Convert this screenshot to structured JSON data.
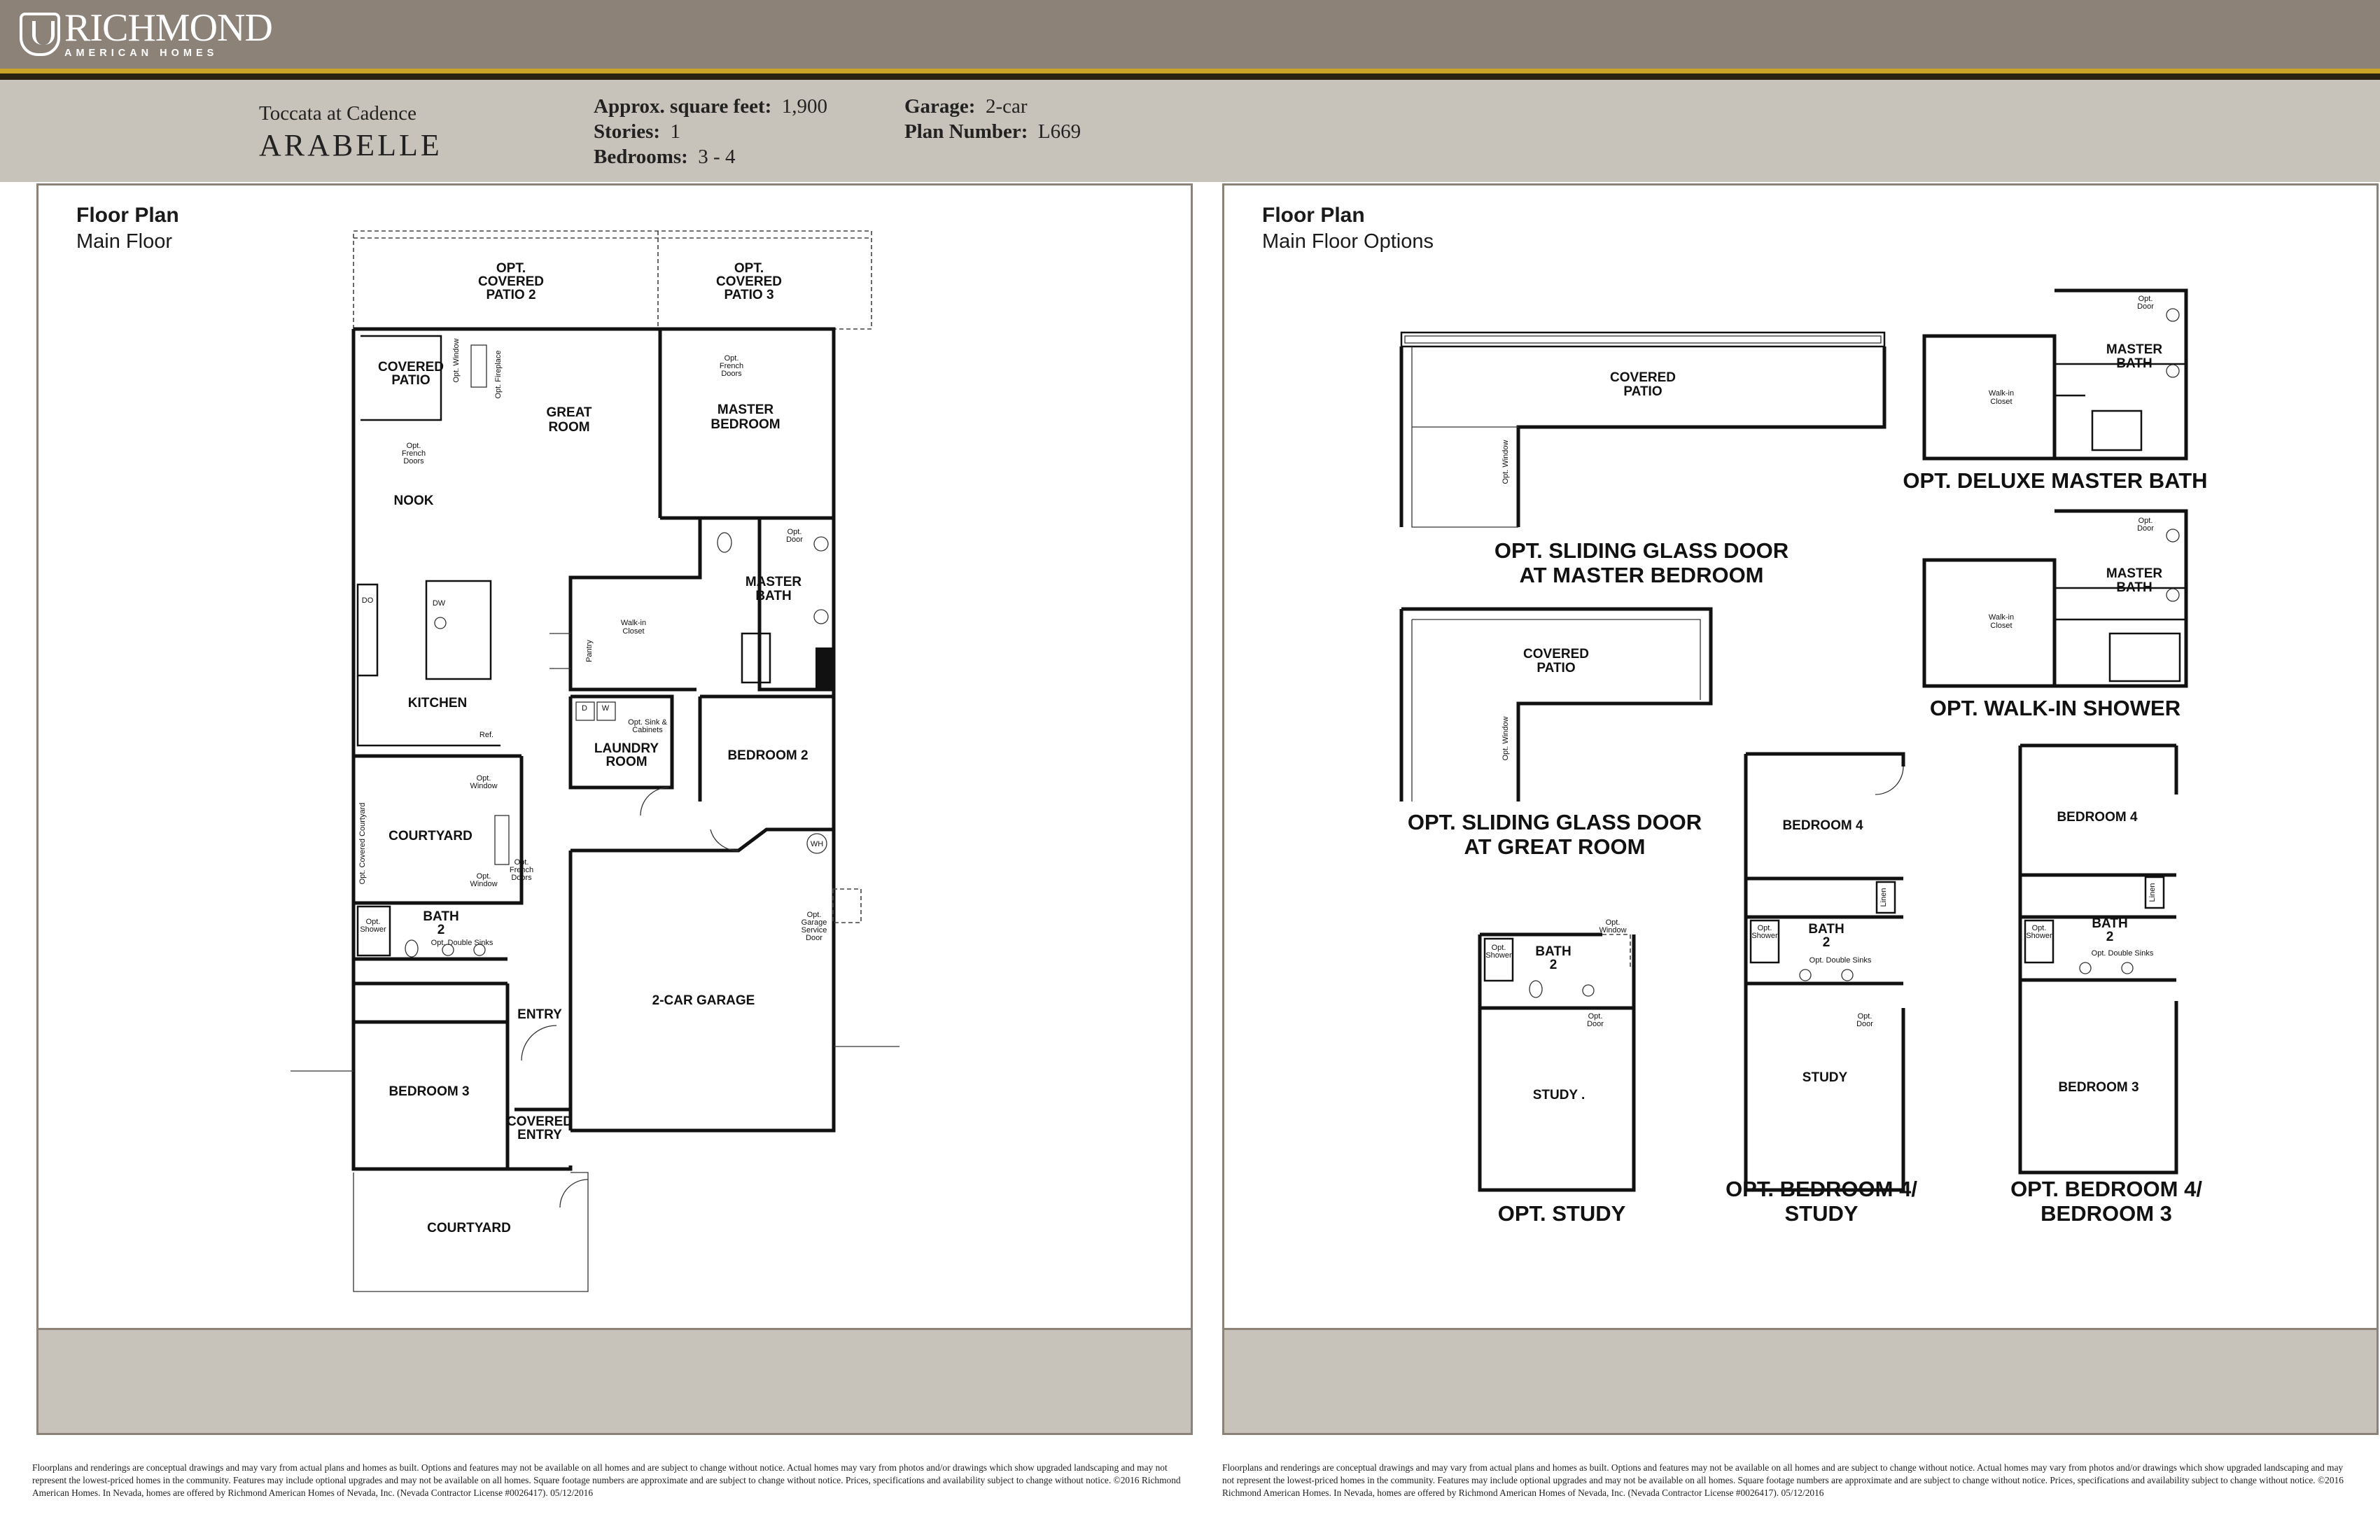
{
  "header": {
    "brand": "RICHMOND",
    "brand_sub": "AMERICAN HOMES",
    "community": "Toccata at Cadence",
    "plan_name": "ARABELLE",
    "specs": {
      "sqft_label": "Approx. square feet:",
      "sqft_value": "1,900",
      "stories_label": "Stories:",
      "stories_value": "1",
      "bedrooms_label": "Bedrooms:",
      "bedrooms_value": "3 - 4",
      "garage_label": "Garage:",
      "garage_value": "2-car",
      "plan_number_label": "Plan Number:",
      "plan_number_value": "L669"
    }
  },
  "left_panel": {
    "title": "Floor Plan",
    "subtitle": "Main Floor",
    "rooms": {
      "covered_patio_2": [
        "OPT.",
        "COVERED",
        "PATIO 2"
      ],
      "covered_patio_3": [
        "OPT.",
        "COVERED",
        "PATIO 3"
      ],
      "covered_patio": [
        "COVERED",
        "PATIO"
      ],
      "great_room": [
        "GREAT",
        "ROOM"
      ],
      "master_bedroom": [
        "MASTER",
        "BEDROOM"
      ],
      "nook": "NOOK",
      "master_bath": [
        "MASTER",
        "BATH"
      ],
      "walk_in_closet": [
        "Walk-in",
        "Closet"
      ],
      "kitchen": "KITCHEN",
      "laundry": [
        "LAUNDRY",
        "ROOM"
      ],
      "bedroom_2": "BEDROOM 2",
      "courtyard_1": "COURTYARD",
      "bath_2": [
        "BATH",
        "2"
      ],
      "two_car_garage": "2-CAR GARAGE",
      "entry": "ENTRY",
      "bedroom_3": "BEDROOM 3",
      "covered_entry": [
        "COVERED",
        "ENTRY"
      ],
      "courtyard_2": "COURTYARD"
    },
    "notes": {
      "opt_window": [
        "Opt.",
        "Window"
      ],
      "opt_fireplace": "Opt. Fireplace",
      "opt_french_doors": [
        "Opt.",
        "French",
        "Doors"
      ],
      "opt_door": [
        "Opt.",
        "Door"
      ],
      "pantry": "Pantry",
      "do": "DO",
      "dw": "DW",
      "ref": "Ref.",
      "d": "D",
      "w": "W",
      "opt_sink": [
        "Opt. Sink &",
        "Cabinets"
      ],
      "wh": "WH",
      "opt_covered_courtyard": "Opt. Covered Courtyard",
      "opt_shower": [
        "Opt.",
        "Shower"
      ],
      "opt_double_sinks": "Opt. Double Sinks",
      "opt_garage_service_door": [
        "Opt.",
        "Garage",
        "Service",
        "Door"
      ]
    }
  },
  "right_panel": {
    "title": "Floor Plan",
    "subtitle": "Main Floor Options",
    "options": {
      "sliding_master": [
        "OPT. SLIDING GLASS DOOR",
        "AT MASTER BEDROOM"
      ],
      "sliding_great": [
        "OPT. SLIDING GLASS DOOR",
        "AT GREAT ROOM"
      ],
      "deluxe_master_bath": "OPT. DELUXE MASTER BATH",
      "walk_in_shower": "OPT. WALK-IN SHOWER",
      "study": "OPT. STUDY",
      "bedroom4_study": [
        "OPT. BEDROOM 4/",
        "STUDY"
      ],
      "bedroom4_bedroom3": [
        "OPT. BEDROOM 4/",
        "BEDROOM 3"
      ]
    },
    "rooms": {
      "covered_patio": [
        "COVERED",
        "PATIO"
      ],
      "master_bath": [
        "MASTER",
        "BATH"
      ],
      "walk_in_closet": [
        "Walk-in",
        "Closet"
      ],
      "bedroom_4": "BEDROOM 4",
      "bath_2": [
        "BATH",
        "2"
      ],
      "study_dot": "STUDY .",
      "study": "STUDY",
      "bedroom_3": "BEDROOM 3",
      "linen": "Linen"
    }
  },
  "disclaimer": "Floorplans and renderings are conceptual drawings and may vary from actual plans and homes as built. Options and features may not be available on all homes and are subject to change without notice. Actual homes may vary from photos and/or drawings which show upgraded landscaping and may not represent the lowest-priced homes in the community. Features may include optional upgrades and may not be available on all homes. Square footage numbers are approximate and are subject to change without notice. Prices, specifications and availability subject to change without notice. ©2016 Richmond American Homes. In Nevada, homes are offered by Richmond American Homes of Nevada, Inc. (Nevada Contractor License #0026417). 05/12/2016",
  "colors": {
    "header_brown": "#8c8278",
    "gold_stripe": "#c9a227",
    "dark_stripe": "#2b2113",
    "panel_tan": "#c8c3ba"
  }
}
